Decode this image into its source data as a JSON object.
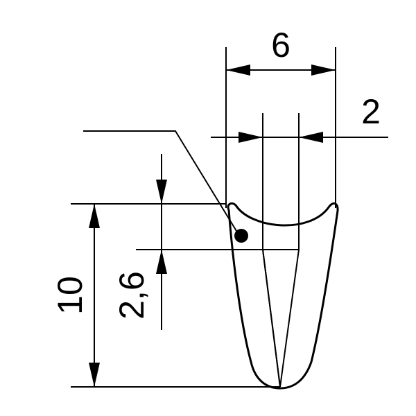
{
  "dimensions": {
    "width_top": "6",
    "groove_width": "2",
    "groove_depth": "2,6",
    "height": "10"
  }
}
